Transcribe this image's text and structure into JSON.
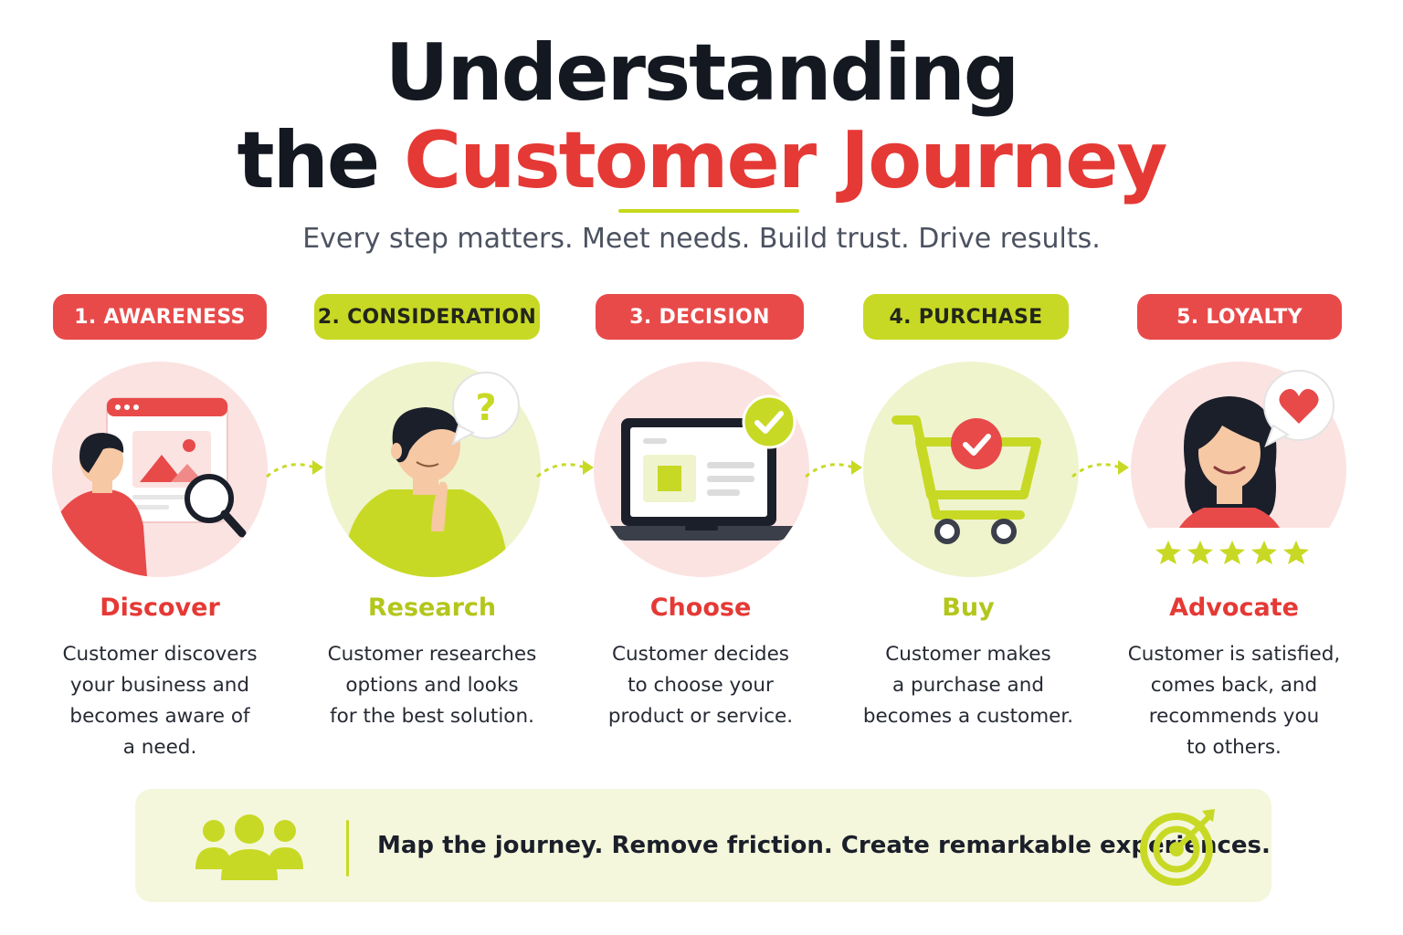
{
  "header": {
    "title_line1": "Understanding",
    "title_line2_plain": "the ",
    "title_line2_accent": "Customer Journey",
    "subtitle": "Every step matters. Meet needs. Build trust. Drive results."
  },
  "stages": [
    {
      "badge": "1. AWARENESS",
      "name": "Discover",
      "description": "Customer discovers\nyour business and\nbecomes aware of\na need.",
      "theme": "red",
      "illustration": "person-browsing-icon"
    },
    {
      "badge": "2. CONSIDERATION",
      "name": "Research",
      "description": "Customer researches\noptions and looks\nfor the best solution.",
      "theme": "lime",
      "illustration": "thinking-person-icon"
    },
    {
      "badge": "3. DECISION",
      "name": "Choose",
      "description": "Customer decides\nto choose your\nproduct or service.",
      "theme": "red",
      "illustration": "laptop-check-icon"
    },
    {
      "badge": "4. PURCHASE",
      "name": "Buy",
      "description": "Customer makes\na purchase and\nbecomes a customer.",
      "theme": "lime",
      "illustration": "shopping-cart-icon"
    },
    {
      "badge": "5. LOYALTY",
      "name": "Advocate",
      "description": "Customer is satisfied,\ncomes back, and\nrecommends you\nto others.",
      "theme": "red",
      "illustration": "happy-customer-icon",
      "rating_stars": 5
    }
  ],
  "footer": {
    "text": "Map the journey. Remove friction. Create remarkable experiences.",
    "left_icon": "people-group-icon",
    "right_icon": "target-arrow-icon"
  },
  "colors": {
    "accent_red": "#e53935",
    "accent_lime": "#c8d925",
    "text_dark": "#141821",
    "text_muted": "#4c5260"
  }
}
